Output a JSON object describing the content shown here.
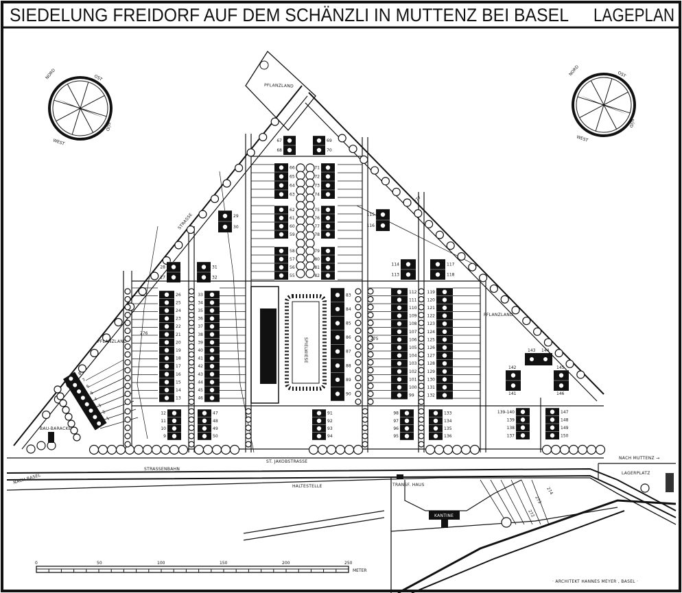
{
  "title": "SIEDELUNG FREIDORF AUF DEM SCHÄNZLI IN MUTTENZ BEI BASEL",
  "subtitle": "LAGEPLAN",
  "labels": {
    "pflanzland_top": "PFLANZLAND",
    "pflanzland_left": "PFLANZLAND",
    "pflanzland_right": "PFLANZLAND",
    "spielwiese": "SPIELWIESE",
    "street": "ST. JAKOBSTRASSE",
    "tram": "STRASSENBAHN",
    "to_basel": "NACH BASEL",
    "to_muttenz": "NACH MUTTENZ →",
    "lagerplatz": "LAGERPLATZ",
    "haltestelle": "HALTESTELLE",
    "transf_haus": "TRANSF. HAUS",
    "kantine": "KANTINE",
    "bau_baracke": "BAU-BARACKE",
    "strasse_diag": "STRASSE",
    "architect": "· ARCHITEKT HANNES MEYER , BASEL ·"
  },
  "compass": {
    "north": "NORD",
    "east": "OST",
    "south": "SÜD",
    "west": "WEST"
  },
  "scale_bar": {
    "ticks": [
      "0",
      "50",
      "100",
      "150",
      "200",
      "250"
    ],
    "unit": "METER"
  },
  "contours": [
    "272",
    "273",
    "274",
    "275",
    "276",
    "277"
  ],
  "house_blocks": [
    {
      "numbers": [
        "67",
        "68"
      ]
    },
    {
      "numbers": [
        "69",
        "70"
      ]
    },
    {
      "numbers": [
        "66",
        "65",
        "64",
        "63"
      ]
    },
    {
      "numbers": [
        "71",
        "72",
        "73",
        "74"
      ]
    },
    {
      "numbers": [
        "62",
        "61",
        "60",
        "59"
      ]
    },
    {
      "numbers": [
        "75",
        "76",
        "77",
        "78"
      ]
    },
    {
      "numbers": [
        "58",
        "57",
        "56",
        "55"
      ]
    },
    {
      "numbers": [
        "79",
        "80",
        "81",
        "82"
      ]
    },
    {
      "numbers": [
        "29",
        "30"
      ]
    },
    {
      "numbers": [
        "115",
        "116"
      ]
    },
    {
      "numbers": [
        "28",
        "27"
      ]
    },
    {
      "numbers": [
        "31",
        "32"
      ]
    },
    {
      "numbers": [
        "114",
        "113"
      ]
    },
    {
      "numbers": [
        "117",
        "118"
      ]
    },
    {
      "numbers": [
        "26",
        "25",
        "24",
        "23",
        "22",
        "21",
        "20",
        "19",
        "18",
        "17",
        "16",
        "15",
        "14",
        "13"
      ]
    },
    {
      "numbers": [
        "33",
        "34",
        "35",
        "36",
        "37",
        "38",
        "39",
        "40",
        "41",
        "42",
        "43",
        "44",
        "45",
        "46"
      ]
    },
    {
      "numbers": [
        "12",
        "11",
        "10",
        "9"
      ]
    },
    {
      "numbers": [
        "47",
        "48",
        "49",
        "50"
      ]
    },
    {
      "numbers": [
        "83",
        "84",
        "85",
        "86",
        "87",
        "88",
        "89",
        "90"
      ]
    },
    {
      "numbers": [
        "112",
        "111",
        "110",
        "109",
        "108",
        "107",
        "106",
        "105",
        "104",
        "103",
        "102",
        "101",
        "100",
        "99"
      ]
    },
    {
      "numbers": [
        "119",
        "120",
        "121",
        "122",
        "123",
        "124",
        "125",
        "126",
        "127",
        "128",
        "129",
        "130",
        "131",
        "132"
      ]
    },
    {
      "numbers": [
        "91",
        "92",
        "93",
        "94"
      ]
    },
    {
      "numbers": [
        "98",
        "97",
        "96",
        "95"
      ]
    },
    {
      "numbers": [
        "133",
        "134",
        "135",
        "136"
      ]
    },
    {
      "numbers": [
        "139-140",
        "139",
        "138",
        "137"
      ]
    },
    {
      "numbers": [
        "147",
        "148",
        "149",
        "150"
      ]
    },
    {
      "numbers": [
        "142",
        "141"
      ]
    },
    {
      "numbers": [
        "143",
        "144"
      ]
    },
    {
      "numbers": [
        "145",
        "146"
      ]
    },
    {
      "numbers": [
        "8",
        "7",
        "6",
        "5",
        "4",
        "3",
        "2",
        "1"
      ]
    }
  ],
  "colors": {
    "ink": "#111111",
    "paper": "#ffffff"
  }
}
